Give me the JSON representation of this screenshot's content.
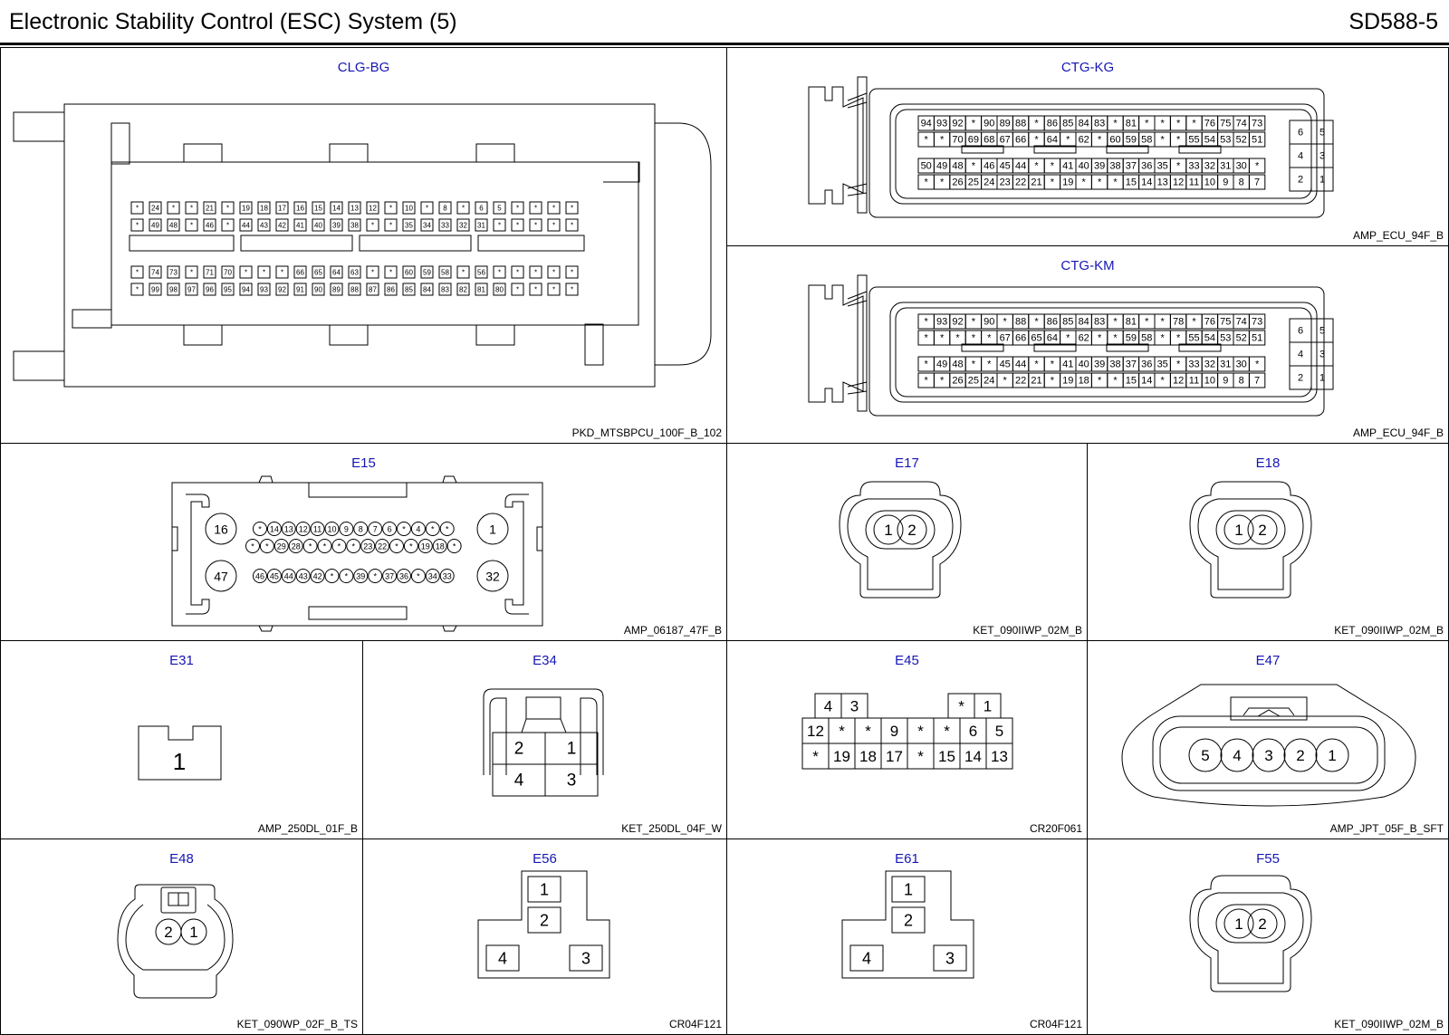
{
  "page": {
    "title": "Electronic Stability Control (ESC) System (5)",
    "code": "SD588-5"
  },
  "panels": [
    {
      "id": "clg",
      "title": "CLG-BG",
      "label": "PKD_MTSBPCU_100F_B_102"
    },
    {
      "id": "ctgkg",
      "title": "CTG-KG",
      "label": "AMP_ECU_94F_B"
    },
    {
      "id": "ctgkm",
      "title": "CTG-KM",
      "label": "AMP_ECU_94F_B"
    },
    {
      "id": "e15",
      "title": "E15",
      "label": "AMP_06187_47F_B"
    },
    {
      "id": "e17",
      "title": "E17",
      "label": "KET_090IIWP_02M_B"
    },
    {
      "id": "e18",
      "title": "E18",
      "label": "KET_090IIWP_02M_B"
    },
    {
      "id": "e31",
      "title": "E31",
      "label": "AMP_250DL_01F_B"
    },
    {
      "id": "e34",
      "title": "E34",
      "label": "KET_250DL_04F_W"
    },
    {
      "id": "e45",
      "title": "E45",
      "label": "CR20F061"
    },
    {
      "id": "e47",
      "title": "E47",
      "label": "AMP_JPT_05F_B_SFT"
    },
    {
      "id": "e48",
      "title": "E48",
      "label": "KET_090WP_02F_B_TS"
    },
    {
      "id": "e56",
      "title": "E56",
      "label": "CR04F121"
    },
    {
      "id": "e61",
      "title": "E61",
      "label": "CR04F121"
    },
    {
      "id": "f55",
      "title": "F55",
      "label": "KET_090IIWP_02M_B"
    }
  ],
  "pins": {
    "clg_row1": [
      "*",
      "24",
      "*",
      "*",
      "21",
      "*",
      "19",
      "18",
      "17",
      "16",
      "15",
      "14",
      "13",
      "12",
      "*",
      "10",
      "*",
      "8",
      "*",
      "6",
      "5",
      "*",
      "*",
      "*",
      "*"
    ],
    "clg_row2": [
      "*",
      "49",
      "48",
      "*",
      "46",
      "*",
      "44",
      "43",
      "42",
      "41",
      "40",
      "39",
      "38",
      "*",
      "*",
      "35",
      "34",
      "33",
      "32",
      "31",
      "*",
      "*",
      "*",
      "*",
      "*"
    ],
    "clg_row3": [
      "*",
      "74",
      "73",
      "*",
      "71",
      "70",
      "*",
      "*",
      "*",
      "66",
      "65",
      "64",
      "63",
      "*",
      "*",
      "60",
      "59",
      "58",
      "*",
      "56",
      "*",
      "*",
      "*",
      "*",
      "*"
    ],
    "clg_row4": [
      "*",
      "99",
      "98",
      "97",
      "96",
      "95",
      "94",
      "93",
      "92",
      "91",
      "90",
      "89",
      "88",
      "87",
      "86",
      "85",
      "84",
      "83",
      "82",
      "81",
      "80",
      "*",
      "*",
      "*",
      "*"
    ],
    "kg_row1": [
      "94",
      "93",
      "92",
      "*",
      "90",
      "89",
      "88",
      "*",
      "86",
      "85",
      "84",
      "83",
      "*",
      "81",
      "*",
      "*",
      "*",
      "*",
      "76",
      "75",
      "74",
      "73"
    ],
    "kg_row2": [
      "*",
      "*",
      "70",
      "69",
      "68",
      "67",
      "66",
      "*",
      "64",
      "*",
      "62",
      "*",
      "60",
      "59",
      "58",
      "*",
      "*",
      "55",
      "54",
      "53",
      "52",
      "51"
    ],
    "kg_row3": [
      "50",
      "49",
      "48",
      "*",
      "46",
      "45",
      "44",
      "*",
      "*",
      "41",
      "40",
      "39",
      "38",
      "37",
      "36",
      "35",
      "*",
      "33",
      "32",
      "31",
      "30",
      "*"
    ],
    "kg_row4": [
      "*",
      "*",
      "26",
      "25",
      "24",
      "23",
      "22",
      "21",
      "*",
      "19",
      "*",
      "*",
      "*",
      "15",
      "14",
      "13",
      "12",
      "11",
      "10",
      "9",
      "8",
      "7"
    ],
    "km_row1": [
      "*",
      "93",
      "92",
      "*",
      "90",
      "*",
      "88",
      "*",
      "86",
      "85",
      "84",
      "83",
      "*",
      "81",
      "*",
      "*",
      "78",
      "*",
      "76",
      "75",
      "74",
      "73"
    ],
    "km_row2": [
      "*",
      "*",
      "*",
      "*",
      "*",
      "67",
      "66",
      "65",
      "64",
      "*",
      "62",
      "*",
      "*",
      "59",
      "58",
      "*",
      "*",
      "55",
      "54",
      "53",
      "52",
      "51"
    ],
    "km_row3": [
      "*",
      "49",
      "48",
      "*",
      "*",
      "45",
      "44",
      "*",
      "*",
      "41",
      "40",
      "39",
      "38",
      "37",
      "36",
      "35",
      "*",
      "33",
      "32",
      "31",
      "30",
      "*"
    ],
    "km_row4": [
      "*",
      "*",
      "26",
      "25",
      "24",
      "*",
      "22",
      "21",
      "*",
      "19",
      "18",
      "*",
      "*",
      "15",
      "14",
      "*",
      "12",
      "11",
      "10",
      "9",
      "8",
      "7"
    ],
    "ecu_side": [
      "6",
      "5",
      "4",
      "3",
      "2",
      "1"
    ],
    "e15_row1": [
      "*",
      "14",
      "13",
      "12",
      "11",
      "10",
      "9",
      "8",
      "7",
      "6",
      "*",
      "4",
      "*",
      "*"
    ],
    "e15_row2": [
      "*",
      "*",
      "29",
      "28",
      "*",
      "*",
      "*",
      "*",
      "23",
      "22",
      "*",
      "*",
      "19",
      "18",
      "*"
    ],
    "e15_row3": [
      "46",
      "45",
      "44",
      "43",
      "42",
      "*",
      "*",
      "39",
      "*",
      "37",
      "36",
      "*",
      "34",
      "33"
    ],
    "e15_big": [
      "16",
      "1",
      "47",
      "32"
    ],
    "pair": [
      "1",
      "2"
    ],
    "e48": [
      "2",
      "1"
    ],
    "e31": [
      "1"
    ],
    "e34": [
      "2",
      "1",
      "4",
      "3"
    ],
    "e45_top": [
      "4",
      "3",
      "*",
      "1"
    ],
    "e45_row2": [
      "12",
      "*",
      "*",
      "9",
      "*",
      "*",
      "6",
      "5"
    ],
    "e45_row3": [
      "*",
      "19",
      "18",
      "17",
      "*",
      "15",
      "14",
      "13"
    ],
    "e47": [
      "5",
      "4",
      "3",
      "2",
      "1"
    ],
    "tshape": [
      "1",
      "2",
      "4",
      "3"
    ]
  }
}
